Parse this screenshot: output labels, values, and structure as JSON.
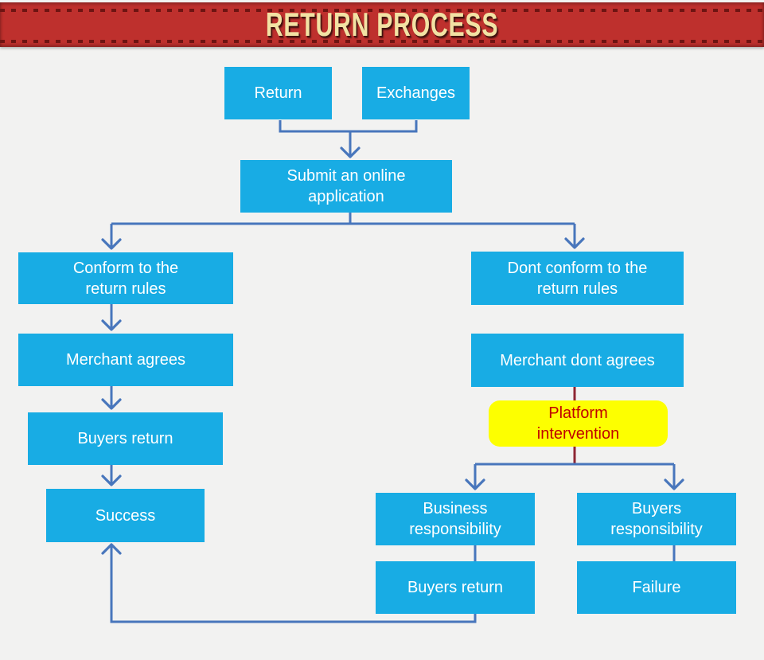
{
  "header": {
    "title": "RETURN PROCESS"
  },
  "nodes": {
    "return": {
      "label": "Return"
    },
    "exchanges": {
      "label": "Exchanges"
    },
    "submit": {
      "label": "Submit an online\napplication"
    },
    "conform": {
      "label": "Conform to the\nreturn rules"
    },
    "merchant_agrees": {
      "label": "Merchant agrees"
    },
    "buyers_return_left": {
      "label": "Buyers return"
    },
    "success": {
      "label": "Success"
    },
    "dont_conform": {
      "label": "Dont conform to the\nreturn rules"
    },
    "merchant_dont_agrees": {
      "label": "Merchant dont agrees"
    },
    "platform_intervention": {
      "label": "Platform\nintervention"
    },
    "business_responsibility": {
      "label": "Business\nresponsibility"
    },
    "buyers_responsibility": {
      "label": "Buyers\nresponsibility"
    },
    "buyers_return_right": {
      "label": "Buyers return"
    },
    "failure": {
      "label": "Failure"
    }
  },
  "edges": [
    {
      "from": "return",
      "to": "submit"
    },
    {
      "from": "exchanges",
      "to": "submit"
    },
    {
      "from": "submit",
      "to": "conform"
    },
    {
      "from": "submit",
      "to": "dont_conform"
    },
    {
      "from": "conform",
      "to": "merchant_agrees"
    },
    {
      "from": "merchant_agrees",
      "to": "buyers_return_left"
    },
    {
      "from": "buyers_return_left",
      "to": "success"
    },
    {
      "from": "dont_conform",
      "to": "merchant_dont_agrees"
    },
    {
      "from": "merchant_dont_agrees",
      "to": "platform_intervention"
    },
    {
      "from": "platform_intervention",
      "to": "business_responsibility"
    },
    {
      "from": "platform_intervention",
      "to": "buyers_responsibility"
    },
    {
      "from": "business_responsibility",
      "to": "buyers_return_right"
    },
    {
      "from": "buyers_responsibility",
      "to": "failure"
    },
    {
      "from": "buyers_return_right",
      "to": "success"
    }
  ],
  "colors": {
    "banner": "#BE302D",
    "banner-text": "#F2E2A4",
    "dash": "#6E1412",
    "node": "#18ACE4",
    "node-text": "#FFFFFF",
    "connector": "#4876BC",
    "connector-red": "#8E2633",
    "highlight": "#FDFF00",
    "highlight-text": "#C00000",
    "background": "#F2F2F1"
  }
}
